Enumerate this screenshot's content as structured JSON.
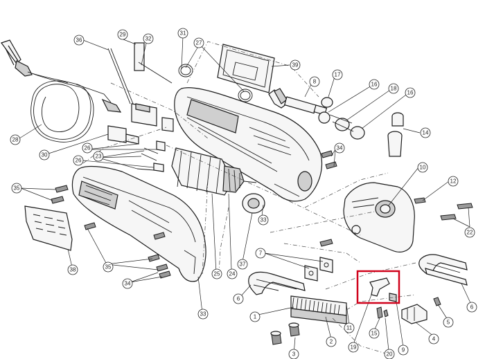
{
  "diagram": {
    "highlight_color": "#d0021b",
    "callouts": [
      {
        "id": "c36",
        "label": "36"
      },
      {
        "id": "c29",
        "label": "29"
      },
      {
        "id": "c32",
        "label": "32"
      },
      {
        "id": "c31",
        "label": "31"
      },
      {
        "id": "c27",
        "label": "27"
      },
      {
        "id": "c39",
        "label": "39"
      },
      {
        "id": "c8",
        "label": "8"
      },
      {
        "id": "c17",
        "label": "17"
      },
      {
        "id": "c16a",
        "label": "16"
      },
      {
        "id": "c18",
        "label": "18"
      },
      {
        "id": "c16b",
        "label": "16"
      },
      {
        "id": "c28",
        "label": "28"
      },
      {
        "id": "c30",
        "label": "30"
      },
      {
        "id": "c26a",
        "label": "26"
      },
      {
        "id": "c23",
        "label": "23"
      },
      {
        "id": "c26b",
        "label": "26"
      },
      {
        "id": "c34a",
        "label": "34"
      },
      {
        "id": "c14",
        "label": "14"
      },
      {
        "id": "c35a",
        "label": "35"
      },
      {
        "id": "c10",
        "label": "10"
      },
      {
        "id": "c12",
        "label": "12"
      },
      {
        "id": "c22",
        "label": "22"
      },
      {
        "id": "c33a",
        "label": "33"
      },
      {
        "id": "c7",
        "label": "7"
      },
      {
        "id": "c38",
        "label": "38"
      },
      {
        "id": "c35b",
        "label": "35"
      },
      {
        "id": "c25",
        "label": "25"
      },
      {
        "id": "c24",
        "label": "24"
      },
      {
        "id": "c37",
        "label": "37"
      },
      {
        "id": "c34b",
        "label": "34"
      },
      {
        "id": "c33b",
        "label": "33"
      },
      {
        "id": "c6a",
        "label": "6"
      },
      {
        "id": "c6b",
        "label": "6"
      },
      {
        "id": "c1",
        "label": "1"
      },
      {
        "id": "c11",
        "label": "11"
      },
      {
        "id": "c5",
        "label": "5"
      },
      {
        "id": "c2",
        "label": "2"
      },
      {
        "id": "c19",
        "label": "19"
      },
      {
        "id": "c15",
        "label": "15"
      },
      {
        "id": "c9",
        "label": "9"
      },
      {
        "id": "c4",
        "label": "4"
      },
      {
        "id": "c3",
        "label": "3"
      },
      {
        "id": "c20",
        "label": "20"
      }
    ]
  }
}
